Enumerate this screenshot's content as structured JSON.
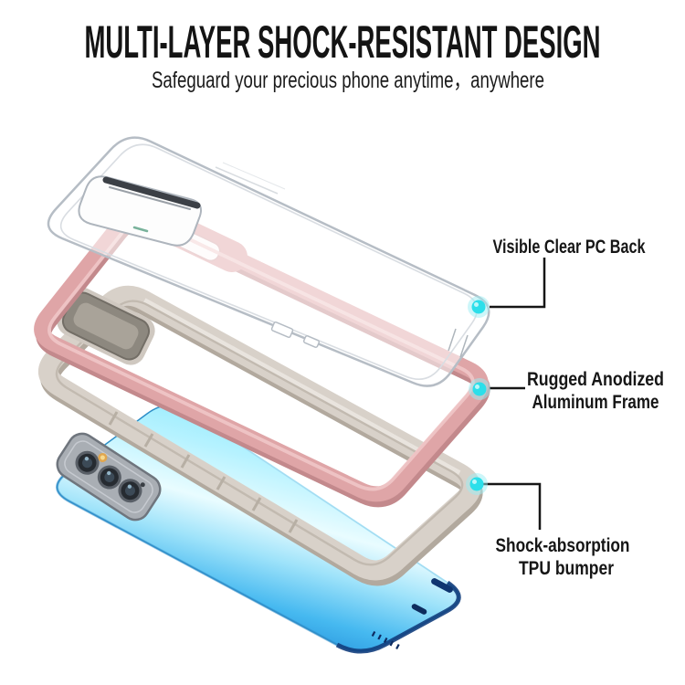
{
  "header": {
    "title": "MULTI-LAYER SHOCK-RESISTANT DESIGN",
    "subtitle": "Safeguard your precious phone anytime，anywhere"
  },
  "callouts": {
    "pc_back": {
      "label_lines": [
        "Visible Clear PC Back"
      ]
    },
    "aluminum_frame": {
      "label_lines": [
        "Rugged Anodized",
        "Aluminum Frame"
      ]
    },
    "tpu_bumper": {
      "label_lines": [
        "Shock-absorption",
        "TPU bumper"
      ]
    }
  },
  "layers": {
    "clear_pc_back": {
      "id": "clear-pc-back"
    },
    "aluminum_frame": {
      "id": "aluminum-frame"
    },
    "tpu_bumper": {
      "id": "tpu-bumper"
    },
    "phone": {
      "id": "phone"
    }
  },
  "colors": {
    "background": "#ffffff",
    "text": "#141414",
    "accent_dot": "#2cdfea",
    "rose_gold_frame": "#dfa5a7",
    "rose_gold_shadow": "#c3898c",
    "tpu_gray": "#d8d1c9",
    "tpu_gray_shadow": "#b2a99e",
    "clear_case_edge": "#b6bdc5",
    "phone_blue": "#45c4f2",
    "phone_deep_blue": "#1161b4",
    "callout_line": "#161616"
  }
}
